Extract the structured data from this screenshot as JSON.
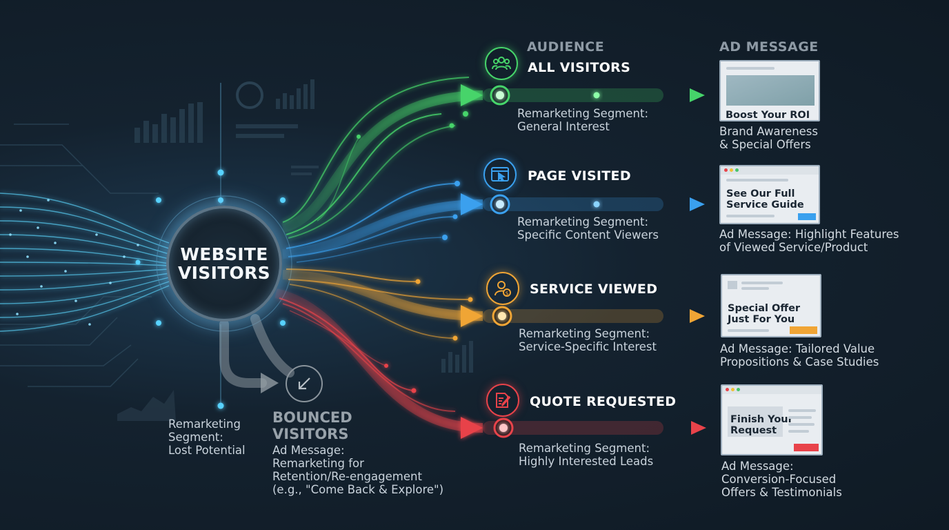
{
  "headers": {
    "audience": "AUDIENCE",
    "ad_message": "AD MESSAGE"
  },
  "hub": {
    "line1": "WEBSITE",
    "line2": "VISITORS"
  },
  "bounced": {
    "title1": "BOUNCED",
    "title2": "VISITORS",
    "segment": [
      "Remarketing",
      "Segment:",
      "Lost Potential"
    ],
    "ad": [
      "Ad Message:",
      "Remarketing for",
      "Retention/Re-engagement",
      "(e.g., \"Come Back & Explore\")"
    ]
  },
  "rows": [
    {
      "title": "ALL VISITORS",
      "color": "#46d46a",
      "icon": "users-icon",
      "segment": [
        "Remarketing Segment:",
        "General Interest"
      ],
      "card": [
        "Boost Your ROI"
      ],
      "ad": [
        "Brand Awareness",
        "& Special Offers"
      ]
    },
    {
      "title": "PAGE VISITED",
      "color": "#3aa0ee",
      "icon": "browser-cursor-icon",
      "segment": [
        "Remarketing Segment:",
        "Specific Content Viewers"
      ],
      "card": [
        "See Our Full",
        "Service Guide"
      ],
      "ad": [
        "Ad Message: Highlight Features",
        "of Viewed Service/Product"
      ]
    },
    {
      "title": "SERVICE VIEWED",
      "color": "#f0a535",
      "icon": "user-dollar-icon",
      "segment": [
        "Remarketing Segment:",
        "Service-Specific Interest"
      ],
      "card": [
        "Special Offer",
        "Just For You"
      ],
      "ad": [
        "Ad Message: Tailored Value",
        "Propositions & Case Studies"
      ]
    },
    {
      "title": "QUOTE REQUESTED",
      "color": "#e8434a",
      "icon": "document-pen-icon",
      "segment": [
        "Remarketing Segment:",
        "Highly Interested Leads"
      ],
      "card": [
        "Finish Your",
        "Request"
      ],
      "ad": [
        "Ad Message:",
        "Conversion-Focused",
        "Offers & Testimonials"
      ]
    }
  ]
}
